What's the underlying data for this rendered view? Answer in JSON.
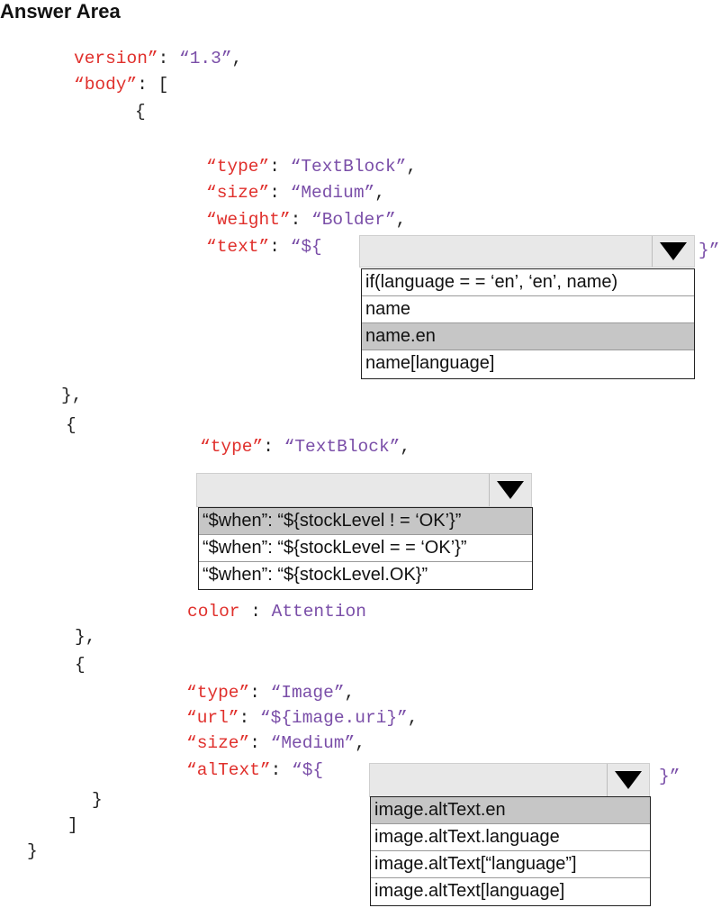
{
  "title": "Answer Area",
  "code": {
    "version_key": "version”",
    "version_val": "“1.3”",
    "body_key": "“body”",
    "open_bracket": "[",
    "open_brace": "{",
    "close_brace_comma": "},",
    "close_brace": "}",
    "close_bracket": "]",
    "colon": ": ",
    "comma": ",",
    "block1": {
      "type_key": "“type”",
      "type_val": "“TextBlock”",
      "size_key": "“size”",
      "size_val": "“Medium”",
      "weight_key": "“weight”",
      "weight_val": "“Bolder”",
      "text_key": "“text”",
      "text_prefix": "“${",
      "text_suffix": "}”"
    },
    "block2": {
      "type_key": "“type”",
      "type_val": "“TextBlock”",
      "color_key": "color",
      "color_sep": " : ",
      "color_val": "Attention"
    },
    "block3": {
      "type_key": "“type”",
      "type_val": "“Image”",
      "url_key": "“url”",
      "url_val": "“${image.uri}”",
      "size_key": "“size”",
      "size_val": "“Medium”",
      "alt_key": "“alText”",
      "alt_prefix": "“${",
      "alt_suffix": "}”"
    }
  },
  "dropdowns": [
    {
      "selected": "",
      "options": [
        {
          "label": "if(language = = ‘en’, ‘en’, name)",
          "highlighted": false
        },
        {
          "label": "name",
          "highlighted": false
        },
        {
          "label": "name.en",
          "highlighted": true
        },
        {
          "label": "name[language]",
          "highlighted": false
        }
      ]
    },
    {
      "selected": "",
      "options": [
        {
          "label": "“$when”: “${stockLevel ! = ‘OK’}”",
          "highlighted": true
        },
        {
          "label": "“$when”: “${stockLevel = = ‘OK’}”",
          "highlighted": false
        },
        {
          "label": "“$when”: “${stockLevel.OK}”",
          "highlighted": false
        }
      ]
    },
    {
      "selected": "",
      "options": [
        {
          "label": "image.altText.en",
          "highlighted": true
        },
        {
          "label": "image.altText.language",
          "highlighted": false
        },
        {
          "label": "image.altText[“language”]",
          "highlighted": false
        },
        {
          "label": "image.altText[language]",
          "highlighted": false
        }
      ]
    }
  ]
}
